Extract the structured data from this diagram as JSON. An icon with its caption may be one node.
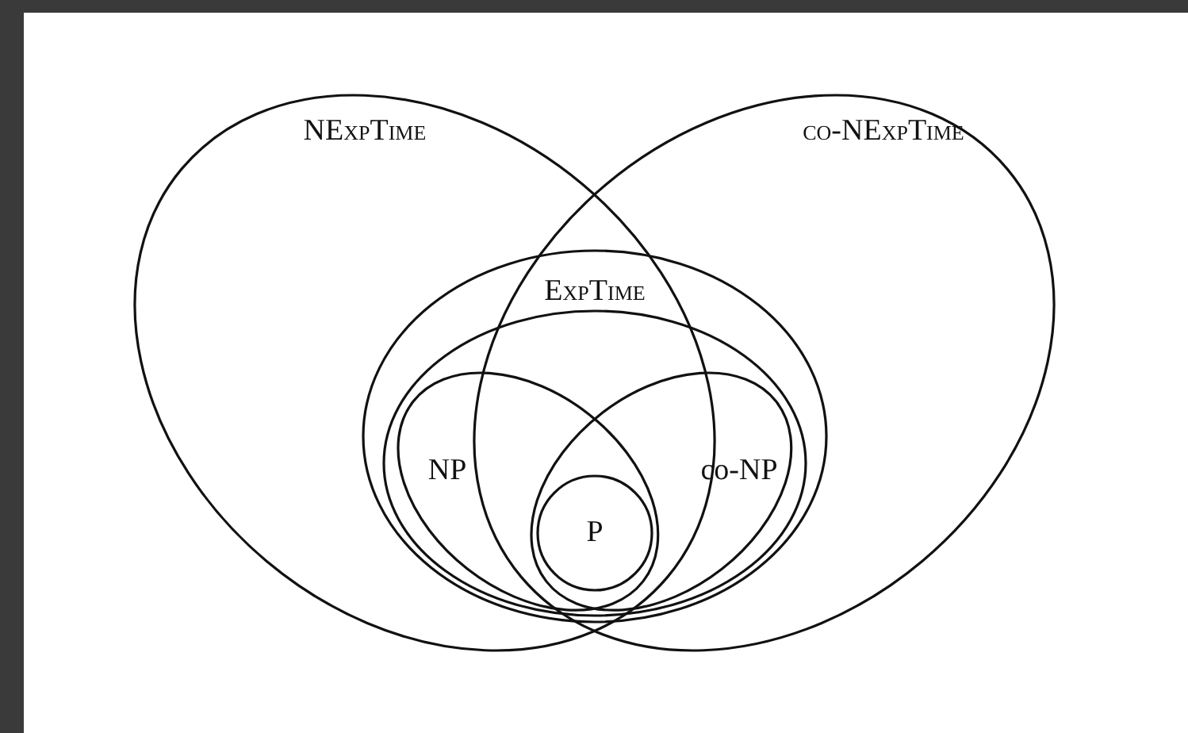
{
  "diagram": {
    "nodes": [
      {
        "text": [
          "NExpTime"
        ]
      },
      {
        "text": [
          "co-NExpTime"
        ]
      },
      {
        "text": [
          "ExpTime"
        ]
      },
      {
        "text": [],
        "shape": "ellipse",
        "in": 2
      },
      {
        "text": [
          "NP"
        ]
      },
      {
        "text": [
          "co-NP"
        ]
      },
      {
        "text": [
          "P"
        ]
      }
    ],
    "edges": []
  }
}
